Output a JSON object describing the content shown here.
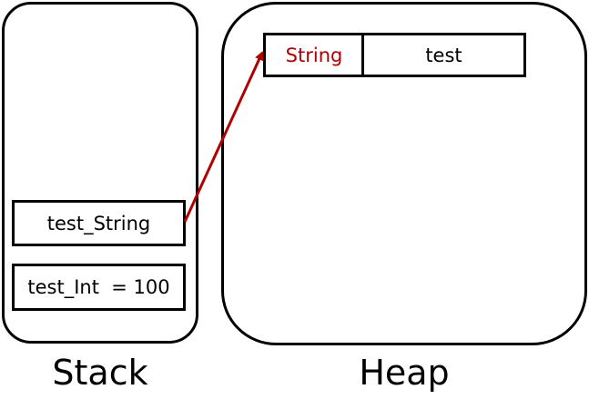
{
  "stack": {
    "label": "Stack",
    "variables": [
      {
        "text": "test_String"
      },
      {
        "text": "test_Int  = 100"
      }
    ]
  },
  "heap": {
    "label": "Heap",
    "object": {
      "type": "String",
      "value": "test"
    }
  },
  "colors": {
    "pointer": "#b00000",
    "type_text": "#b00000",
    "border": "#000000"
  }
}
